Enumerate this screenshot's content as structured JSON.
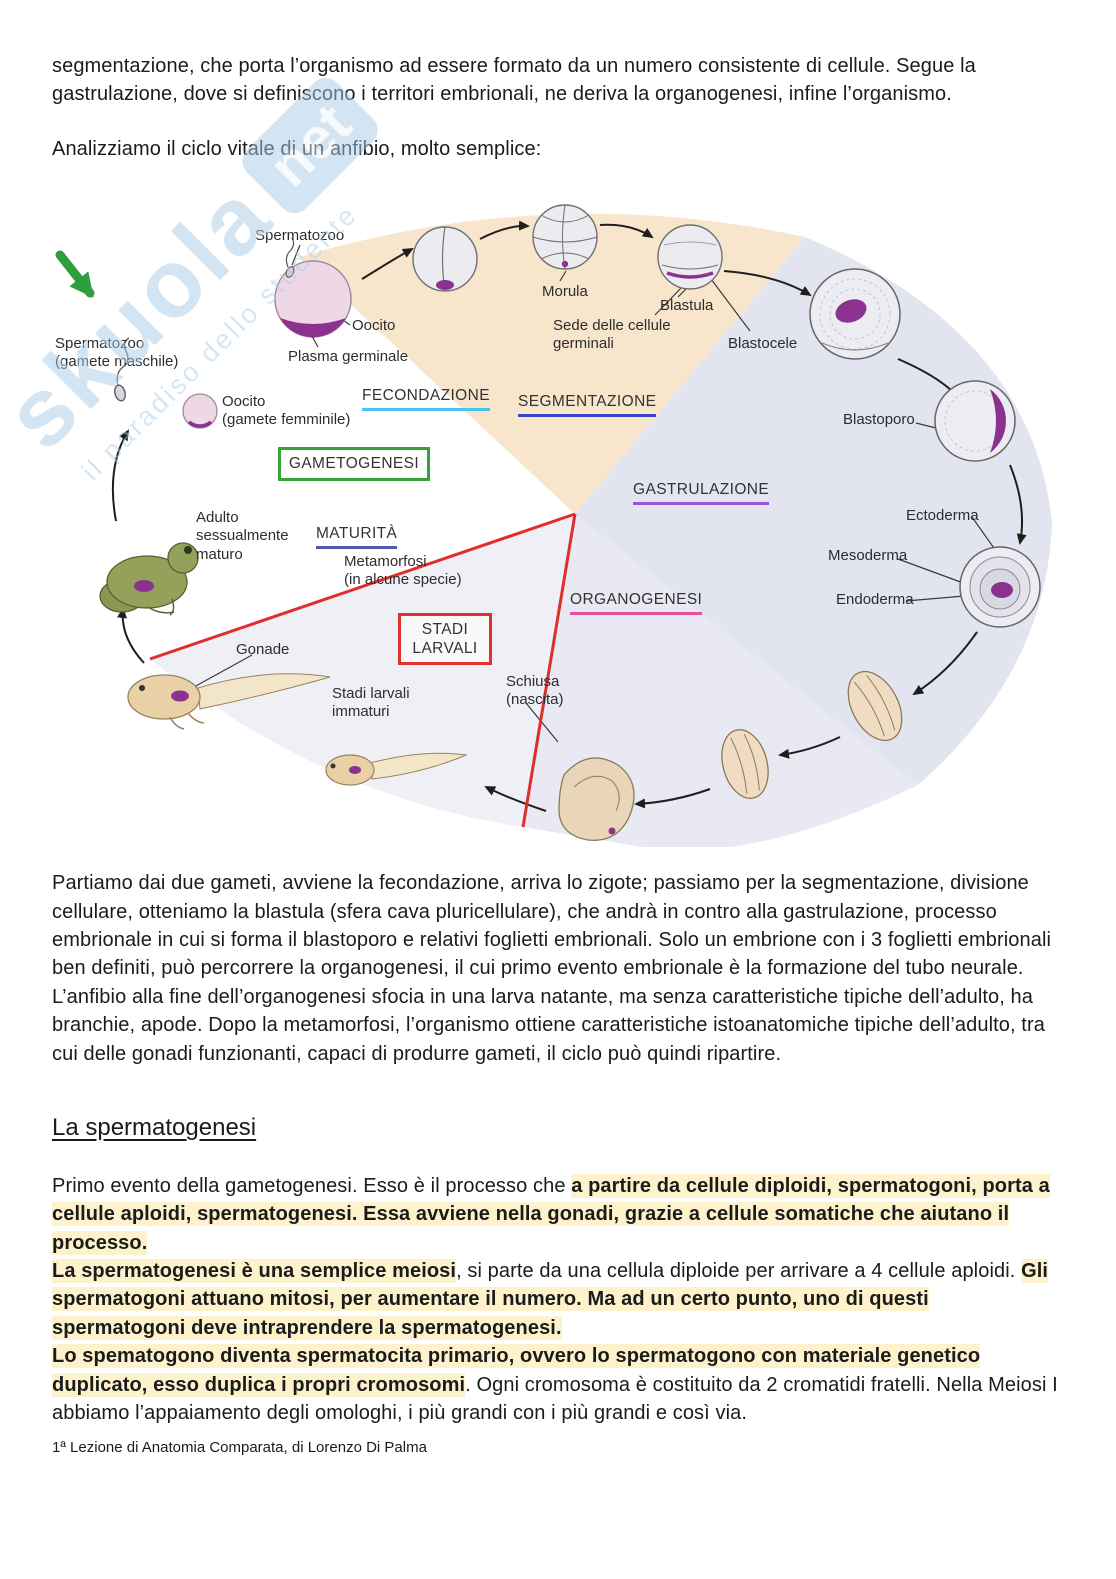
{
  "intro": {
    "p1": "segmentazione, che porta l’organismo ad essere formato da un numero consistente di cellule. Segue la gastrulazione, dove si definiscono i territori embrionali, ne deriva la organogenesi, infine l’organismo.",
    "p2": "Analizziamo il ciclo vitale di un anfibio, molto semplice:"
  },
  "diagram": {
    "labels": {
      "spermatozoo_top": "Spermatozoo",
      "oocito_top": "Oocito",
      "plasma_germinale": "Plasma germinale",
      "spermatozoo_gamete": "Spermatozoo\n(gamete maschile)",
      "oocito_gamete": "Oocito\n(gamete femminile)",
      "fecondazione": "FECONDAZIONE",
      "segmentazione": "SEGMENTAZIONE",
      "morula": "Morula",
      "blastula": "Blastula",
      "sede_cellule_germinali": "Sede delle cellule\ngerminali",
      "blastocele": "Blastocele",
      "blastoporo": "Blastoporo",
      "gametogenesi": "GAMETOGENESI",
      "gastrulazione": "GASTRULAZIONE",
      "ectoderma": "Ectoderma",
      "mesoderma": "Mesoderma",
      "endoderma": "Endoderma",
      "adulto": "Adulto\nsessualmente\nmaturo",
      "maturita": "MATURITÀ",
      "metamorfosi": "Metamorfosi\n(in alcune specie)",
      "organogenesi": "ORGANOGENESI",
      "stadi_larvali": "STADI\nLARVALI",
      "gonade": "Gonade",
      "stadi_larvali_immaturi": "Stadi larvali\nimmaturi",
      "schiusa": "Schiusa\n(nascita)"
    },
    "colors": {
      "fecondazione_underline": "#49c3ef",
      "segmentazione_underline": "#3b45c8",
      "gastrulazione_underline": "#9a55d6",
      "organogenesi_underline": "#ea4f9e",
      "maturita_underline": "#4c58ab",
      "gametogenesi_box": "#3aa13a",
      "stadi_larvali_box": "#e03030",
      "cycle_divider_lines": "#e02e2e",
      "green_entry_arrow": "#2f9e3f",
      "germ_plasm_purple": "#8b3290"
    },
    "watermark": {
      "skuola": "skuola",
      "net": "net",
      "tagline": "il paradiso dello studente"
    }
  },
  "main": {
    "p1": "Partiamo dai due gameti, avviene la fecondazione, arriva lo zigote; passiamo per la segmentazione, divisione cellulare, otteniamo la blastula (sfera cava pluricellulare), che andrà in contro alla gastrulazione, processo embrionale in cui si forma il blastoporo e relativi foglietti embrionali. Solo un embrione con i 3 foglietti embrionali ben definiti, può percorrere la organogenesi, il cui primo evento embrionale è la formazione del tubo neurale.",
    "p2": "L’anfibio alla fine dell’organogenesi sfocia in una larva natante, ma senza caratteristiche tipiche dell’adulto, ha branchie, apode. Dopo la metamorfosi, l’organismo ottiene caratteristiche istoanatomiche tipiche dell’adulto, tra cui delle gonadi funzionanti, capaci di produrre gameti, il ciclo può quindi ripartire."
  },
  "spermatogenesi": {
    "heading": "La spermatogenesi",
    "p1_s1": "Primo evento della gametogenesi. Esso è il processo che ",
    "p1_s2": "a partire da cellule diploidi, spermatogoni, porta a cellule aploidi, spermatogenesi. Essa avviene nella gonadi, grazie a cellule somatiche che aiutano il processo.",
    "p2_s1": "La spermatogenesi è una semplice meiosi",
    "p2_s2": ", si parte da una cellula diploide per arrivare a 4 cellule aploidi. ",
    "p2_s3": "Gli spermatogoni attuano mitosi, per aumentare il numero. Ma ad un certo punto, uno di questi spermatogoni deve intraprendere la spermatogenesi.",
    "p3_s1": "Lo spematogono diventa spermatocita primario, ovvero lo spermatogono con materiale genetico duplicato, esso duplica i propri cromosomi",
    "p3_s2": ". Ogni cromosoma è costituito da 2 cromatidi fratelli. Nella Meiosi I abbiamo l’appaiamento degli omologhi, i più grandi con i più grandi e così via."
  },
  "footer": {
    "note": "1ª Lezione di Anatomia Comparata, di Lorenzo Di Palma"
  }
}
